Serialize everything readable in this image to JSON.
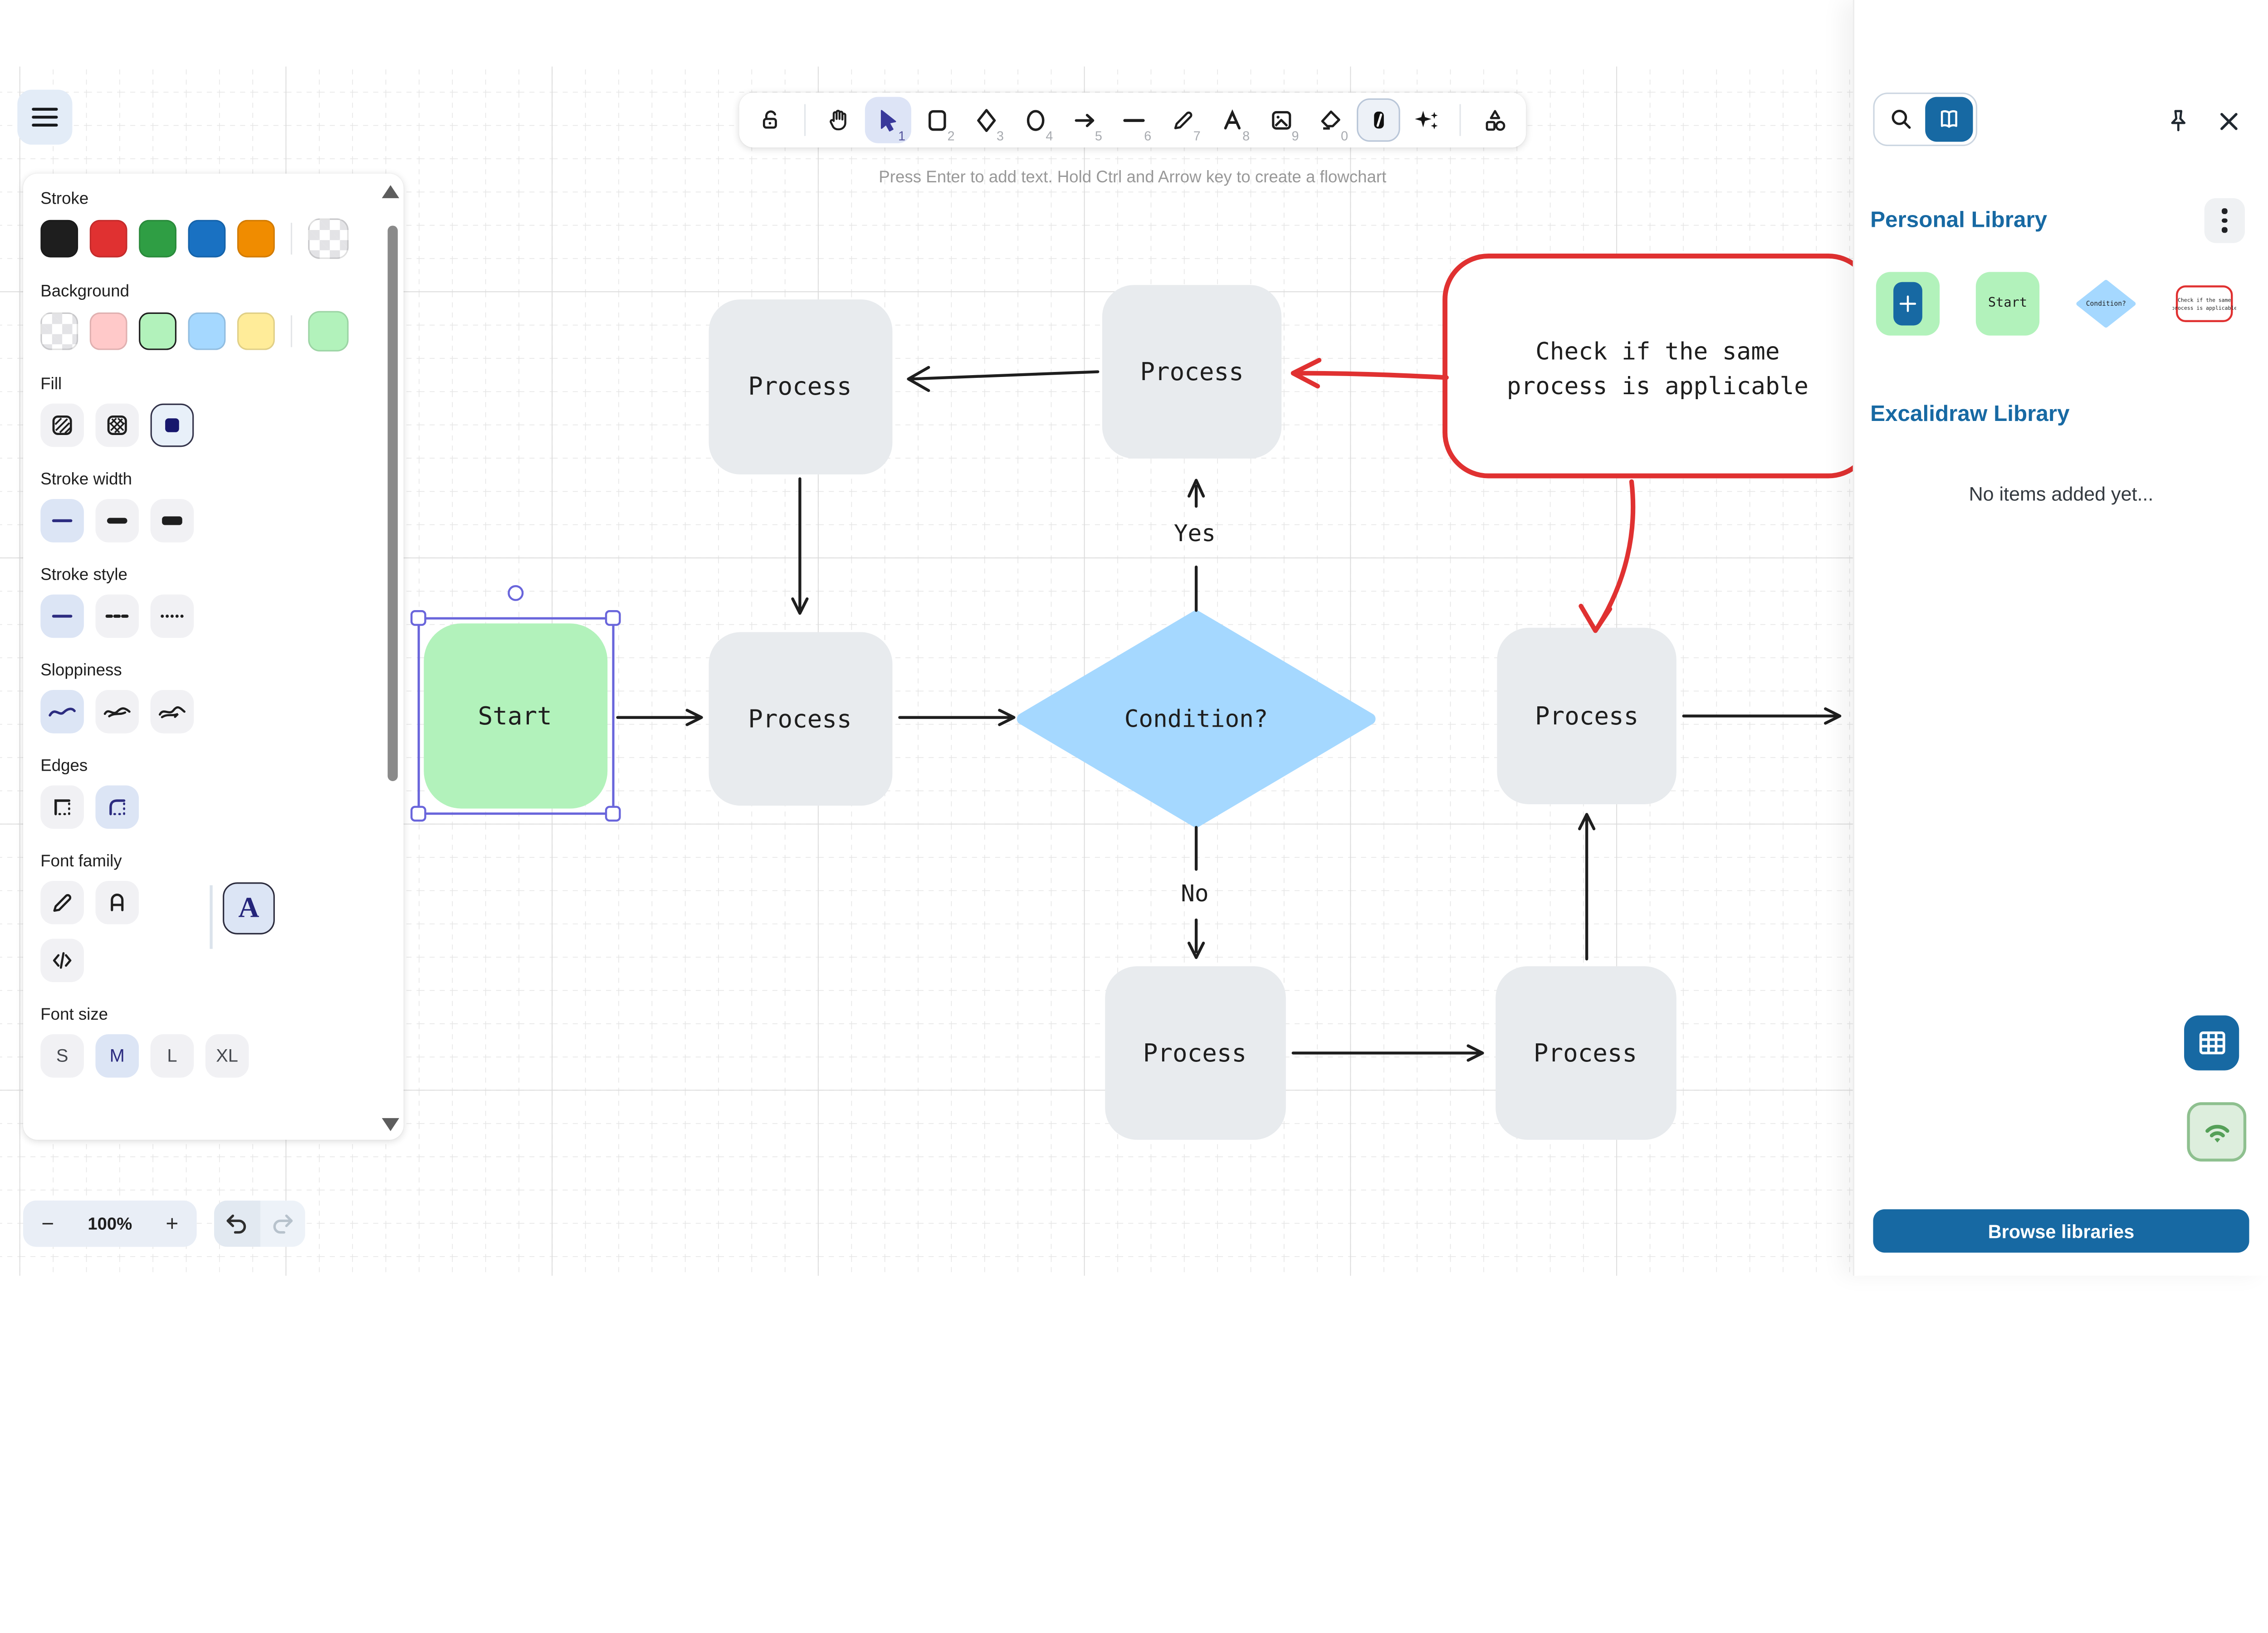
{
  "toolbar": {
    "hint": "Press Enter to add text. Hold Ctrl and Arrow key to create a flowchart",
    "tools": [
      {
        "name": "lock",
        "shortcut": ""
      },
      {
        "name": "hand",
        "shortcut": ""
      },
      {
        "name": "selection",
        "shortcut": "1",
        "active": true
      },
      {
        "name": "rectangle",
        "shortcut": "2"
      },
      {
        "name": "diamond",
        "shortcut": "3"
      },
      {
        "name": "ellipse",
        "shortcut": "4"
      },
      {
        "name": "arrow",
        "shortcut": "5"
      },
      {
        "name": "line",
        "shortcut": "6"
      },
      {
        "name": "draw",
        "shortcut": "7"
      },
      {
        "name": "text",
        "shortcut": "8"
      },
      {
        "name": "image",
        "shortcut": "9"
      },
      {
        "name": "eraser",
        "shortcut": "0"
      },
      {
        "name": "laser-pointer",
        "shortcut": ""
      },
      {
        "name": "ai-tools",
        "shortcut": ""
      },
      {
        "name": "extra-tools",
        "shortcut": ""
      }
    ]
  },
  "style_panel": {
    "stroke_label": "Stroke",
    "background_label": "Background",
    "fill_label": "Fill",
    "stroke_width_label": "Stroke width",
    "stroke_style_label": "Stroke style",
    "sloppiness_label": "Sloppiness",
    "edges_label": "Edges",
    "font_family_label": "Font family",
    "font_size_label": "Font size",
    "stroke_colors": [
      "#1e1e1e",
      "#e03131",
      "#2f9e44",
      "#1971c2",
      "#f08c00"
    ],
    "background_colors": [
      "transparent",
      "#ffc9c9",
      "#b2f2bb",
      "#a5d8ff",
      "#ffec99"
    ],
    "current_background": "#b2f2bb",
    "font_sizes": [
      {
        "label": "S"
      },
      {
        "label": "M"
      },
      {
        "label": "L"
      },
      {
        "label": "XL"
      }
    ]
  },
  "canvas": {
    "nodes": [
      {
        "id": "process-top-left",
        "label": "Process"
      },
      {
        "id": "process-top-center",
        "label": "Process"
      },
      {
        "id": "process-middle-left",
        "label": "Process"
      },
      {
        "id": "start",
        "label": "Start"
      },
      {
        "id": "condition",
        "label": "Condition?"
      },
      {
        "id": "process-right",
        "label": "Process"
      },
      {
        "id": "process-bottom-center",
        "label": "Process"
      },
      {
        "id": "process-bottom-right",
        "label": "Process"
      }
    ],
    "edge_labels": {
      "yes": "Yes",
      "no": "No"
    },
    "annotation": {
      "line1": "Check if the same",
      "line2": "process is applicable"
    }
  },
  "library_panel": {
    "personal_title": "Personal Library",
    "excalidraw_title": "Excalidraw Library",
    "empty_message": "No items added yet...",
    "browse_button": "Browse libraries",
    "items": [
      {
        "id": "add-new"
      },
      {
        "id": "start-shape",
        "label": "Start"
      },
      {
        "id": "condition-shape",
        "label": "Condition?"
      },
      {
        "id": "annotation-shape",
        "line1": "Check if the same",
        "line2": "process is applicable"
      }
    ]
  },
  "footer": {
    "zoom_out": "−",
    "zoom_value": "100%",
    "zoom_in": "+"
  },
  "colors": {
    "accent_blue": "#1769a3",
    "selection_purple": "#6965db",
    "node_gray": "#e8ebee",
    "node_green": "#b2f2bb",
    "node_blue": "#a5d8ff",
    "annotation_red": "#e03131",
    "toolbar_active_bg": "#dde4f6"
  }
}
